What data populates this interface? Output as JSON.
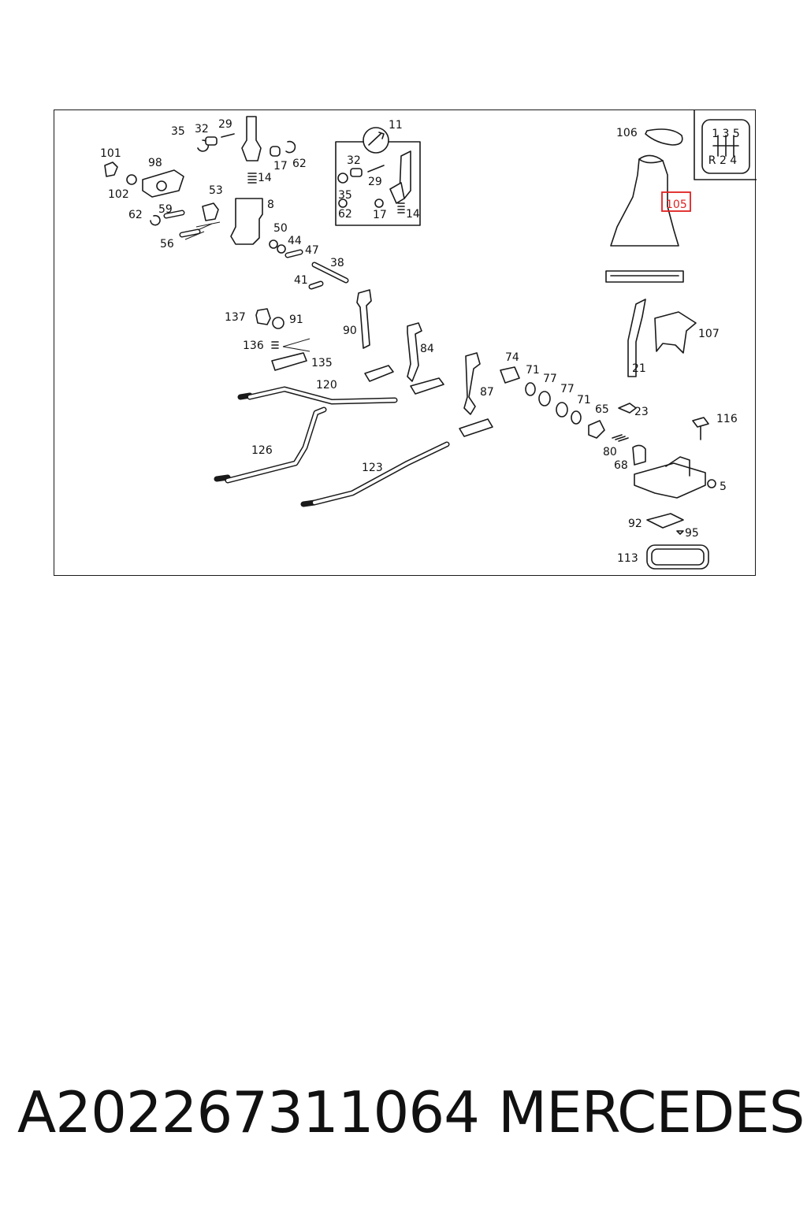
{
  "diagram": {
    "labels": {
      "p35a": "35",
      "p32a": "32",
      "p29a": "29",
      "p101": "101",
      "p98": "98",
      "p102": "102",
      "p53": "53",
      "p17a": "17",
      "p62a": "62",
      "p14a": "14",
      "p8": "8",
      "p62b": "62",
      "p59": "59",
      "p56": "56",
      "p50": "50",
      "p44": "44",
      "p47": "47",
      "p38": "38",
      "p41": "41",
      "p11": "11",
      "p32b": "32",
      "p29b": "29",
      "p35b": "35",
      "p62c": "62",
      "p17b": "17",
      "p14b": "14",
      "p106": "106",
      "p105": "105",
      "p107": "107",
      "p21": "21",
      "p137": "137",
      "p91": "91",
      "p136": "136",
      "p135": "135",
      "p90": "90",
      "p84": "84",
      "p120": "120",
      "p74": "74",
      "p71a": "71",
      "p77a": "77",
      "p77b": "77",
      "p71b": "71",
      "p87": "87",
      "p65": "65",
      "p23": "23",
      "p116": "116",
      "p80": "80",
      "p68": "68",
      "p5": "5",
      "p126": "126",
      "p123": "123",
      "p92": "92",
      "p95": "95",
      "p113": "113"
    },
    "shift_pattern": {
      "top": "1 3 5",
      "bottom": "R 2 4"
    },
    "highlight_color": "#e02020"
  },
  "footer": {
    "part_number": "A202267311064",
    "brand": "MERCEDES"
  }
}
